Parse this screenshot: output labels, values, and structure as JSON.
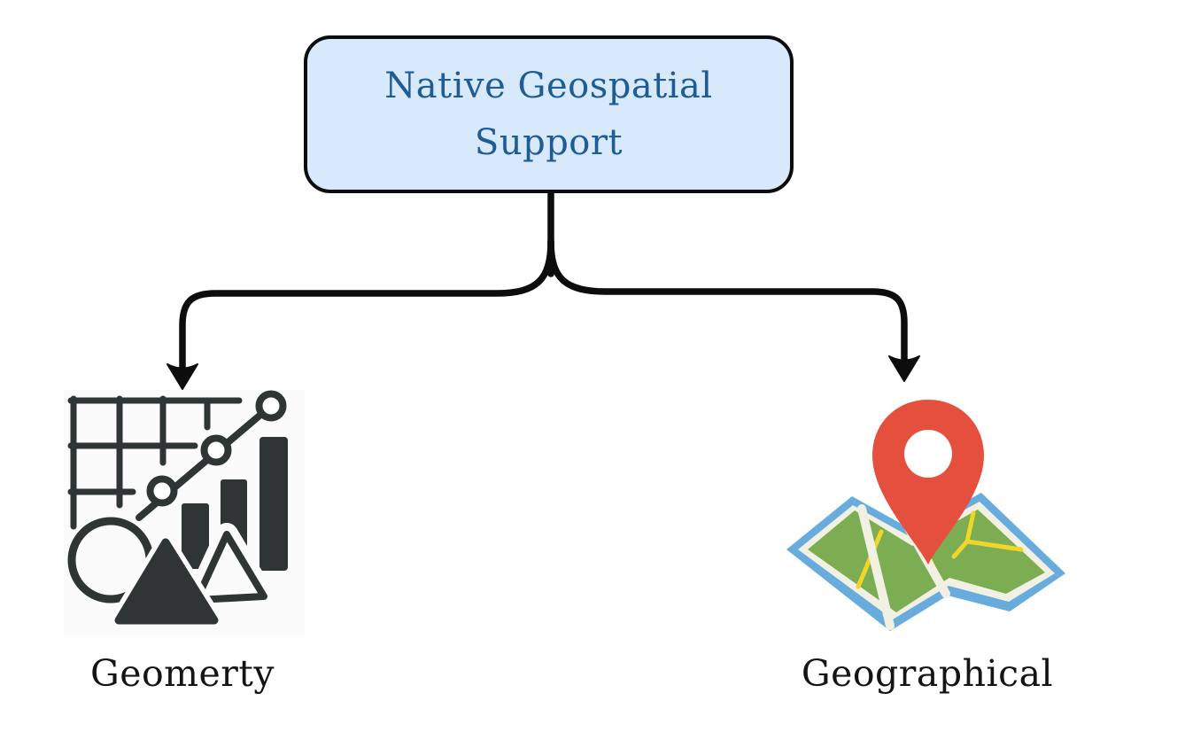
{
  "title_box": {
    "line1": "Native Geospatial",
    "line2": "Support",
    "full_label": "Native Geospatial Support"
  },
  "branches": [
    {
      "label": "Geomerty",
      "icon": "geometry-shapes-icon"
    },
    {
      "label": "Geographical",
      "icon": "map-location-pin-icon"
    }
  ],
  "colors": {
    "background": "#ffffff",
    "box_fill": "#d8e9fb",
    "box_border": "#0d0d0d",
    "box_text": "#1d5c94",
    "connector": "#0d0d0d",
    "label_text": "#141414",
    "geometry_icon_ink": "#2e3534",
    "map_border_blue": "#68abdd",
    "map_paper_cream": "#f1f0e3",
    "map_land_green": "#7dad52",
    "map_road_yellow": "#f0d62b",
    "pin_red": "#e5503e"
  }
}
